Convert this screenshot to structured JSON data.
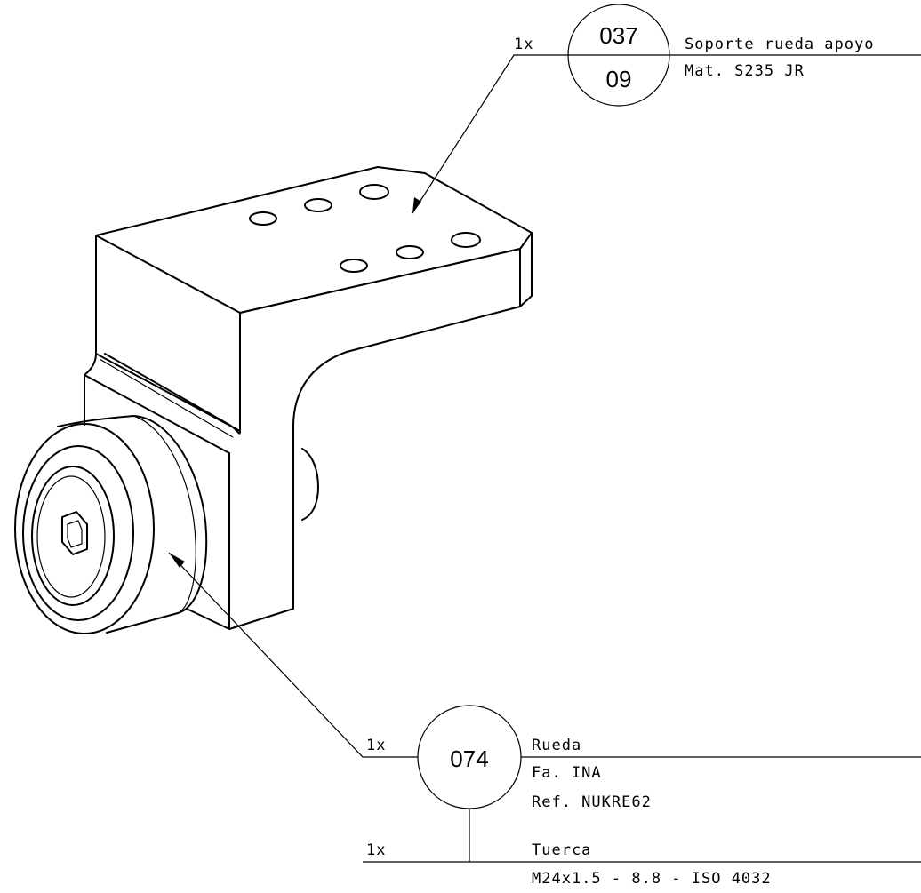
{
  "callout_top": {
    "quantity": "1x",
    "part_number": "037",
    "sub_number": "09",
    "name": "Soporte rueda apoyo",
    "material": "Mat. S235 JR"
  },
  "callout_bottom": {
    "quantity": "1x",
    "part_number": "074",
    "name": "Rueda",
    "maker": "Fa. INA",
    "reference": "Ref. NUKRE62"
  },
  "callout_nut": {
    "quantity": "1x",
    "name": "Tuerca",
    "spec": "M24x1.5 - 8.8 - ISO 4032"
  }
}
